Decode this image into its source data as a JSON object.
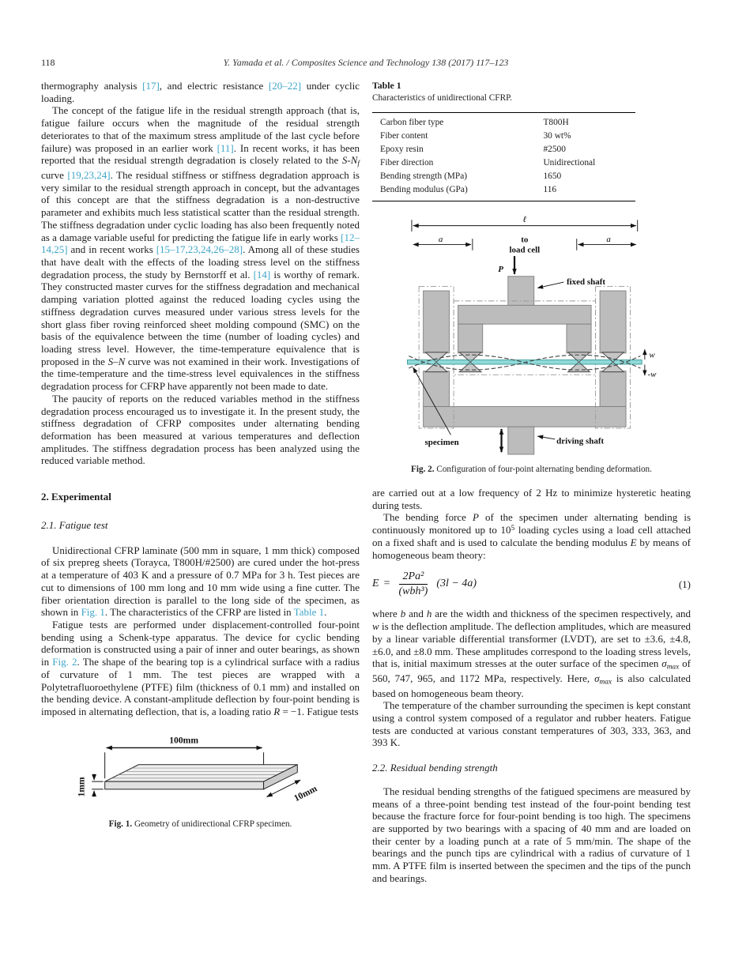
{
  "colors": {
    "citation": "#3da4c7",
    "fixture": "#bcbcbc",
    "specimen": "#8fd9d9"
  },
  "header": {
    "page_number": "118",
    "running_head": "Y. Yamada et al. / Composites Science and Technology 138 (2017) 117–123"
  },
  "left": {
    "p1": [
      {
        "t": "thermography analysis "
      },
      {
        "t": "[17]",
        "s": "cite"
      },
      {
        "t": ", and electric resistance "
      },
      {
        "t": "[20–22]",
        "s": "cite"
      },
      {
        "t": " under cyclic loading."
      }
    ],
    "p2": [
      {
        "t": "The concept of the fatigue life in the residual strength approach (that is, fatigue failure occurs when the magnitude of the residual strength deteriorates to that of the maximum stress amplitude of the last cycle before failure) was proposed in an earlier work "
      },
      {
        "t": "[11]",
        "s": "cite"
      },
      {
        "t": ". In recent works, it has been reported that the residual strength degradation is closely related to the "
      },
      {
        "t": "S-N",
        "s": "i"
      },
      {
        "t": "f",
        "s": "isub"
      },
      {
        "t": " curve "
      },
      {
        "t": "[19,23,24]",
        "s": "cite"
      },
      {
        "t": ". The residual stiffness or stiffness degradation approach is very similar to the residual strength approach in concept, but the advantages of this concept are that the stiffness degradation is a non-destructive parameter and exhibits much less statistical scatter than the residual strength. The stiffness degradation under cyclic loading has also been frequently noted as a damage variable useful for predicting the fatigue life in early works "
      },
      {
        "t": "[12–14,25]",
        "s": "cite"
      },
      {
        "t": " and in recent works "
      },
      {
        "t": "[15–17,23,24,26–28]",
        "s": "cite"
      },
      {
        "t": ". Among all of these studies that have dealt with the effects of the loading stress level on the stiffness degradation process, the study by Bernstorff et al. "
      },
      {
        "t": "[14]",
        "s": "cite"
      },
      {
        "t": " is worthy of remark. They constructed master curves for the stiffness degradation and mechanical damping variation plotted against the reduced loading cycles using the stiffness degradation curves measured under various stress levels for the short glass fiber roving reinforced sheet molding compound (SMC) on the basis of the equivalence between the time (number of loading cycles) and loading stress level. However, the time-temperature equivalence that is proposed in the "
      },
      {
        "t": "S–N",
        "s": "i"
      },
      {
        "t": " curve was not examined in their work. Investigations of the time-temperature and the time-stress level equivalences in the stiffness degradation process for CFRP have apparently not been made to date."
      }
    ],
    "p3": "The paucity of reports on the reduced variables method in the stiffness degradation process encouraged us to investigate it. In the present study, the stiffness degradation of CFRP composites under alternating bending deformation has been measured at various temperatures and deflection amplitudes. The stiffness degradation process has been analyzed using the reduced variable method.",
    "section2_heading": "2. Experimental",
    "section21_heading": "2.1. Fatigue test",
    "p4": [
      {
        "t": "Unidirectional CFRP laminate (500 mm in square, 1 mm thick) composed of six prepreg sheets (Torayca, T800H/#2500) are cured under the hot-press at a temperature of 403 K and a pressure of 0.7 MPa for 3 h. Test pieces are cut to dimensions of 100 mm long and 10 mm wide using a fine cutter. The fiber orientation direction is parallel to the long side of the specimen, as shown in "
      },
      {
        "t": "Fig. 1",
        "s": "cite"
      },
      {
        "t": ". The characteristics of the CFRP are listed in "
      },
      {
        "t": "Table 1",
        "s": "cite"
      },
      {
        "t": "."
      }
    ],
    "p5": [
      {
        "t": "Fatigue tests are performed under displacement-controlled four-point bending using a Schenk-type apparatus. The device for cyclic bending deformation is constructed using a pair of inner and outer bearings, as shown in "
      },
      {
        "t": "Fig. 2",
        "s": "cite"
      },
      {
        "t": ". The shape of the bearing top is a cylindrical surface with a radius of curvature of 1 mm. The test pieces are wrapped with a Polytetrafluoroethylene (PTFE) film (thickness of 0.1 mm) and installed on the bending device. A constant-amplitude deflection by four-point bending is imposed in alternating deflection, that is, a loading ratio "
      },
      {
        "t": "R",
        "s": "i"
      },
      {
        "t": " = −1. Fatigue tests"
      }
    ]
  },
  "fig1": {
    "labels": {
      "length": "100mm",
      "thickness": "1mm",
      "width": "10mm"
    },
    "caption": [
      {
        "t": "Fig. 1.",
        "s": "b"
      },
      {
        "t": " Geometry of unidirectional CFRP specimen."
      }
    ]
  },
  "table1": {
    "label": "Table 1",
    "caption": "Characteristics of unidirectional CFRP.",
    "rows": [
      {
        "label": "Carbon fiber type",
        "value": "T800H"
      },
      {
        "label": "Fiber content",
        "value": "30 wt%"
      },
      {
        "label": "Epoxy resin",
        "value": "#2500"
      },
      {
        "label": "Fiber direction",
        "value": "Unidirectional"
      },
      {
        "label": "Bending strength (MPa)",
        "value": "1650"
      },
      {
        "label": "Bending modulus (GPa)",
        "value": "116"
      }
    ]
  },
  "fig2": {
    "labels": {
      "ell": "ℓ",
      "a_left": "a",
      "a_right": "a",
      "to": "to",
      "load_cell": "load cell",
      "p": "P",
      "fixed_shaft": "fixed shaft",
      "w": "w",
      "neg_w": "-w",
      "specimen": "specimen",
      "driving_shaft": "driving shaft"
    },
    "caption": [
      {
        "t": "Fig. 2.",
        "s": "b"
      },
      {
        "t": " Configuration of four-point alternating bending deformation."
      }
    ]
  },
  "right": {
    "p1": "are carried out at a low frequency of 2 Hz to minimize hysteretic heating during tests.",
    "p2": [
      {
        "t": "The bending force "
      },
      {
        "t": "P",
        "s": "i"
      },
      {
        "t": " of the specimen under alternating bending is continuously monitored up to 10"
      },
      {
        "t": "5",
        "s": "sup"
      },
      {
        "t": " loading cycles using a load cell attached on a fixed shaft and is used to calculate the bending modulus "
      },
      {
        "t": "E",
        "s": "i"
      },
      {
        "t": " by means of homogeneous beam theory:"
      }
    ],
    "equation": {
      "lhs": "E",
      "equals": "=",
      "num": "2Pa²",
      "den": "(wbh³)",
      "rhs": "(3l − 4a)",
      "number": "(1)"
    },
    "p3": [
      {
        "t": "where "
      },
      {
        "t": "b",
        "s": "i"
      },
      {
        "t": " and "
      },
      {
        "t": "h",
        "s": "i"
      },
      {
        "t": " are the width and thickness of the specimen respectively, and "
      },
      {
        "t": "w",
        "s": "i"
      },
      {
        "t": " is the deflection amplitude. The deflection amplitudes, which are measured by a linear variable differential transformer (LVDT), are set to ±3.6, ±4.8, ±6.0, and ±8.0 mm. These amplitudes correspond to the loading stress levels, that is, initial maximum stresses at the outer surface of the specimen "
      },
      {
        "t": "σ",
        "s": "i"
      },
      {
        "t": "max",
        "s": "isub"
      },
      {
        "t": " of 560, 747, 965, and 1172 MPa, respectively. Here, "
      },
      {
        "t": "σ",
        "s": "i"
      },
      {
        "t": "max",
        "s": "isub"
      },
      {
        "t": " is also calculated based on homogeneous beam theory."
      }
    ],
    "p4": "The temperature of the chamber surrounding the specimen is kept constant using a control system composed of a regulator and rubber heaters. Fatigue tests are conducted at various constant temperatures of 303, 333, 363, and 393 K.",
    "section22_heading": "2.2. Residual bending strength",
    "p5": "The residual bending strengths of the fatigued specimens are measured by means of a three-point bending test instead of the four-point bending test because the fracture force for four-point bending is too high. The specimens are supported by two bearings with a spacing of 40 mm and are loaded on their center by a loading punch at a rate of 5 mm/min. The shape of the bearings and the punch tips are cylindrical with a radius of curvature of 1 mm. A PTFE film is inserted between the specimen and the tips of the punch and bearings."
  }
}
